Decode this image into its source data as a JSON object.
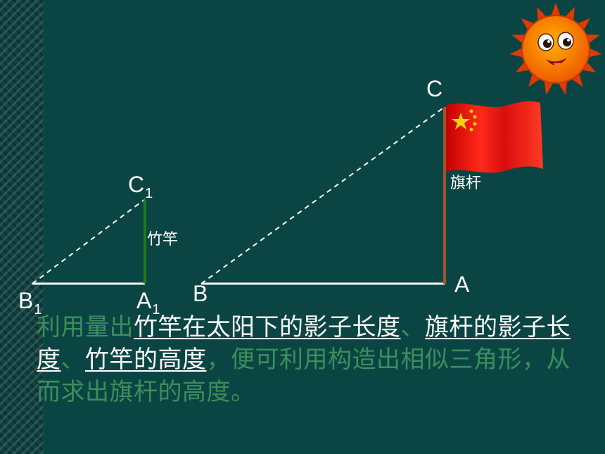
{
  "labels": {
    "C": "C",
    "A": "A",
    "B": "B",
    "C1_main": "C",
    "C1_sub": "1",
    "A1_main": "A",
    "A1_sub": "1",
    "B1_main": "B",
    "B1_sub": "1",
    "pole": "竹竿",
    "flagpole": "旗杆"
  },
  "caption": {
    "p1": "利用量出",
    "u1": "竹竿在太阳下的影子长度",
    "p2": "、",
    "u2": "旗杆的影子长度",
    "p3": "、",
    "u3": "竹竿的高度",
    "p4": "，便可利用构造出相似三角形，从而求出旗杆的高度。"
  },
  "colors": {
    "background": "#0b4543",
    "caption_text": "#3a8f5c",
    "highlight_text": "#ffffff",
    "pole": "#1f7a1f",
    "flagpole": "#a0522d",
    "flag": "#e31b1b",
    "star": "#ffd400",
    "sun": "#ff6a00"
  },
  "icons": {
    "sun": "smiling-sun-icon",
    "flag": "chinese-flag-icon"
  }
}
